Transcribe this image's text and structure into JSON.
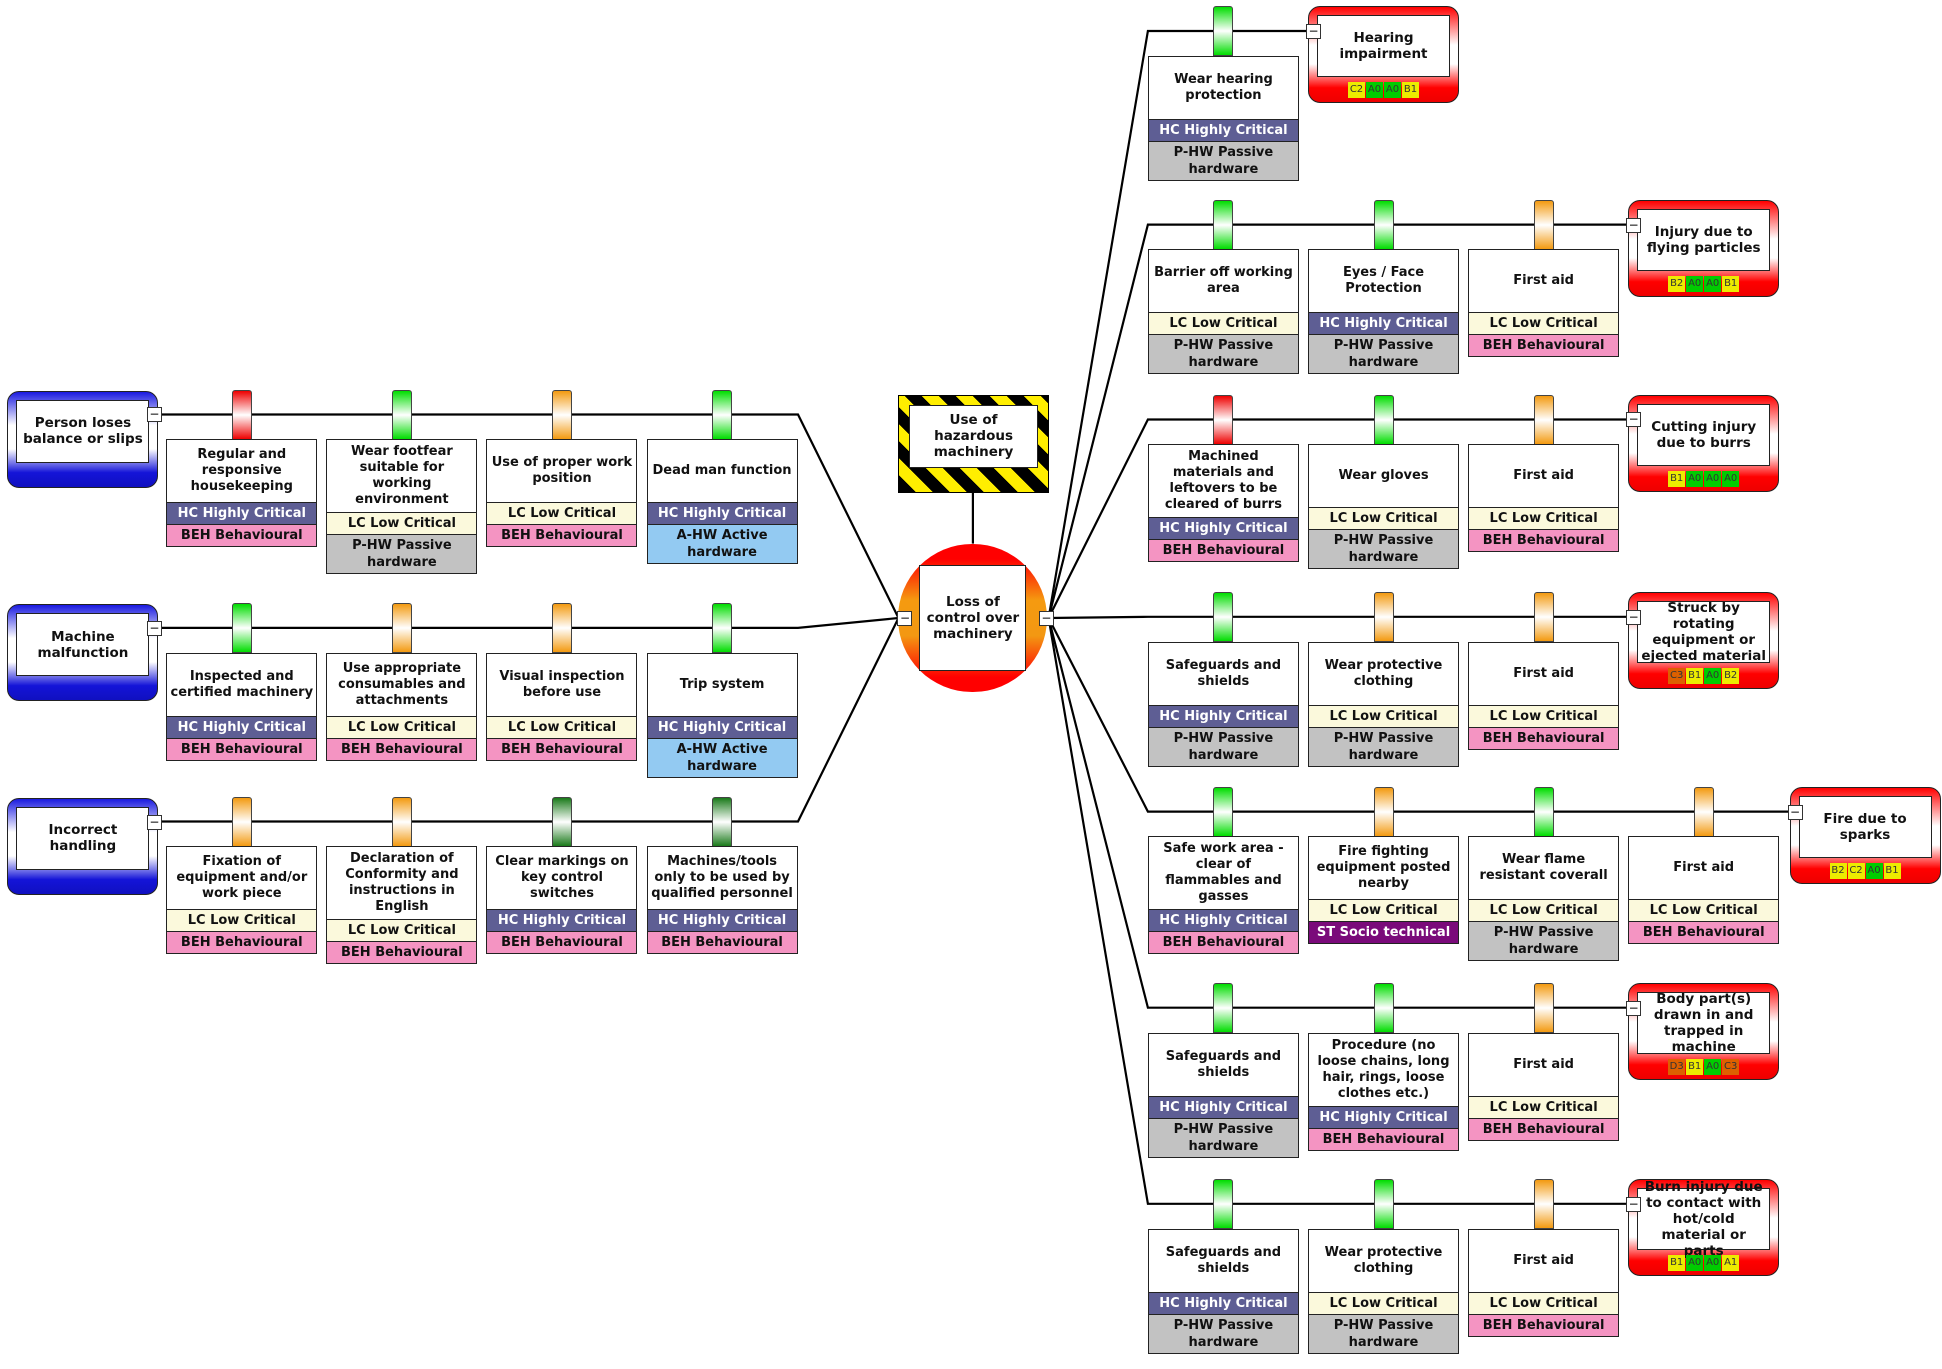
{
  "hazard": {
    "label": "Use of hazardous machinery"
  },
  "top_event": {
    "label": "Loss of control over machinery"
  },
  "collapse_symbol": "−",
  "legend": {
    "criticality": {
      "HC": "HC Highly Critical",
      "LC": "LC Low Critical"
    },
    "types": {
      "BEH": "BEH Behavioural",
      "PHW": "P-HW Passive hardware",
      "AHW": "A-HW Active hardware",
      "ST": "ST Socio technical"
    }
  },
  "colors": {
    "effectiveness": {
      "red": "#ee0000",
      "green": "#00dd00",
      "orange": "#f39a10",
      "darkgreen": "#1a7a1a"
    },
    "threat_frame": "#1414d8",
    "consequence_frame": "#ff0000",
    "badge": {
      "yellow": "#ecec00",
      "green": "#00cc00",
      "orange": "#dd6000"
    }
  },
  "threats": [
    {
      "label": "Person loses balance or slips",
      "barriers": [
        {
          "title": "Regular and responsive housekeeping",
          "effectiveness": "red",
          "criticality": "HC Highly Critical",
          "type": "BEH Behavioural"
        },
        {
          "title": "Wear footfear suitable for working environment",
          "effectiveness": "green",
          "criticality": "LC Low Critical",
          "type": "P-HW Passive hardware"
        },
        {
          "title": "Use of proper work position",
          "effectiveness": "orange",
          "criticality": "LC Low Critical",
          "type": "BEH Behavioural"
        },
        {
          "title": "Dead man function",
          "effectiveness": "green",
          "criticality": "HC Highly Critical",
          "type": "A-HW Active hardware"
        }
      ]
    },
    {
      "label": "Machine malfunction",
      "barriers": [
        {
          "title": "Inspected and certified machinery",
          "effectiveness": "green",
          "criticality": "HC Highly Critical",
          "type": "BEH Behavioural"
        },
        {
          "title": "Use appropriate consumables and attachments",
          "effectiveness": "orange",
          "criticality": "LC Low Critical",
          "type": "BEH Behavioural"
        },
        {
          "title": "Visual inspection before use",
          "effectiveness": "orange",
          "criticality": "LC Low Critical",
          "type": "BEH Behavioural"
        },
        {
          "title": "Trip system",
          "effectiveness": "green",
          "criticality": "HC Highly Critical",
          "type": "A-HW Active hardware"
        }
      ]
    },
    {
      "label": "Incorrect handling",
      "barriers": [
        {
          "title": "Fixation of equipment and/or work piece",
          "effectiveness": "orange",
          "criticality": "LC Low Critical",
          "type": "BEH Behavioural"
        },
        {
          "title": "Declaration of Conformity and instructions in English",
          "effectiveness": "orange",
          "criticality": "LC Low Critical",
          "type": "BEH Behavioural"
        },
        {
          "title": "Clear markings on key control switches",
          "effectiveness": "darkgreen",
          "criticality": "HC Highly Critical",
          "type": "BEH Behavioural"
        },
        {
          "title": "Machines/tools only to be used by qualified personnel",
          "effectiveness": "darkgreen",
          "criticality": "HC Highly Critical",
          "type": "BEH Behavioural"
        }
      ]
    }
  ],
  "consequences": [
    {
      "label": "Hearing impairment",
      "risk": [
        {
          "t": "C2",
          "c": "yellow"
        },
        {
          "t": "A0",
          "c": "green"
        },
        {
          "t": "A0",
          "c": "green"
        },
        {
          "t": "B1",
          "c": "yellow"
        }
      ],
      "barriers": [
        {
          "title": "Wear hearing protection",
          "effectiveness": "green",
          "criticality": "HC Highly Critical",
          "type": "P-HW Passive hardware"
        }
      ]
    },
    {
      "label": "Injury due to flying particles",
      "risk": [
        {
          "t": "B2",
          "c": "yellow"
        },
        {
          "t": "A0",
          "c": "green"
        },
        {
          "t": "A0",
          "c": "green"
        },
        {
          "t": "B1",
          "c": "yellow"
        }
      ],
      "barriers": [
        {
          "title": "Barrier off working area",
          "effectiveness": "green",
          "criticality": "LC Low Critical",
          "type": "P-HW Passive hardware"
        },
        {
          "title": "Eyes / Face Protection",
          "effectiveness": "green",
          "criticality": "HC Highly Critical",
          "type": "P-HW Passive hardware"
        },
        {
          "title": "First aid",
          "effectiveness": "orange",
          "criticality": "LC Low Critical",
          "type": "BEH Behavioural"
        }
      ]
    },
    {
      "label": "Cutting injury due to burrs",
      "risk": [
        {
          "t": "B1",
          "c": "yellow"
        },
        {
          "t": "A0",
          "c": "green"
        },
        {
          "t": "A0",
          "c": "green"
        },
        {
          "t": "A0",
          "c": "green"
        }
      ],
      "barriers": [
        {
          "title": "Machined materials and leftovers to be cleared of burrs",
          "effectiveness": "red",
          "criticality": "HC Highly Critical",
          "type": "BEH Behavioural"
        },
        {
          "title": "Wear gloves",
          "effectiveness": "green",
          "criticality": "LC Low Critical",
          "type": "P-HW Passive hardware"
        },
        {
          "title": "First aid",
          "effectiveness": "orange",
          "criticality": "LC Low Critical",
          "type": "BEH Behavioural"
        }
      ]
    },
    {
      "label": "Struck by rotating equipment or ejected material",
      "risk": [
        {
          "t": "C3",
          "c": "orange"
        },
        {
          "t": "B1",
          "c": "yellow"
        },
        {
          "t": "A0",
          "c": "green"
        },
        {
          "t": "B2",
          "c": "yellow"
        }
      ],
      "barriers": [
        {
          "title": "Safeguards and shields",
          "effectiveness": "green",
          "criticality": "HC Highly Critical",
          "type": "P-HW Passive hardware"
        },
        {
          "title": "Wear protective clothing",
          "effectiveness": "orange",
          "criticality": "LC Low Critical",
          "type": "P-HW Passive hardware"
        },
        {
          "title": "First aid",
          "effectiveness": "orange",
          "criticality": "LC Low Critical",
          "type": "BEH Behavioural"
        }
      ]
    },
    {
      "label": "Fire due to sparks",
      "risk": [
        {
          "t": "B2",
          "c": "yellow"
        },
        {
          "t": "C2",
          "c": "yellow"
        },
        {
          "t": "A0",
          "c": "green"
        },
        {
          "t": "B1",
          "c": "yellow"
        }
      ],
      "barriers": [
        {
          "title": "Safe work area  - clear of flammables and gasses",
          "effectiveness": "green",
          "criticality": "HC Highly Critical",
          "type": "BEH Behavioural"
        },
        {
          "title": "Fire fighting equipment posted nearby",
          "effectiveness": "orange",
          "criticality": "LC Low Critical",
          "type": "ST Socio technical"
        },
        {
          "title": "Wear flame resistant coverall",
          "effectiveness": "green",
          "criticality": "LC Low Critical",
          "type": "P-HW Passive hardware"
        },
        {
          "title": "First aid",
          "effectiveness": "orange",
          "criticality": "LC Low Critical",
          "type": "BEH Behavioural"
        }
      ]
    },
    {
      "label": "Body part(s) drawn in and trapped in machine",
      "risk": [
        {
          "t": "D3",
          "c": "orange"
        },
        {
          "t": "B1",
          "c": "yellow"
        },
        {
          "t": "A0",
          "c": "green"
        },
        {
          "t": "C3",
          "c": "orange"
        }
      ],
      "barriers": [
        {
          "title": "Safeguards and shields",
          "effectiveness": "green",
          "criticality": "HC Highly Critical",
          "type": "P-HW Passive hardware"
        },
        {
          "title": "Procedure (no loose chains, long hair, rings, loose clothes etc.)",
          "effectiveness": "green",
          "criticality": "HC Highly Critical",
          "type": "BEH Behavioural"
        },
        {
          "title": "First aid",
          "effectiveness": "orange",
          "criticality": "LC Low Critical",
          "type": "BEH Behavioural"
        }
      ]
    },
    {
      "label": "Burn injury due to contact with hot/cold material or parts",
      "risk": [
        {
          "t": "B1",
          "c": "yellow"
        },
        {
          "t": "A0",
          "c": "green"
        },
        {
          "t": "A0",
          "c": "green"
        },
        {
          "t": "A1",
          "c": "yellow"
        }
      ],
      "barriers": [
        {
          "title": "Safeguards and shields",
          "effectiveness": "green",
          "criticality": "HC Highly Critical",
          "type": "P-HW Passive hardware"
        },
        {
          "title": "Wear protective clothing",
          "effectiveness": "green",
          "criticality": "LC Low Critical",
          "type": "P-HW Passive hardware"
        },
        {
          "title": "First aid",
          "effectiveness": "orange",
          "criticality": "LC Low Critical",
          "type": "BEH Behavioural"
        }
      ]
    }
  ]
}
